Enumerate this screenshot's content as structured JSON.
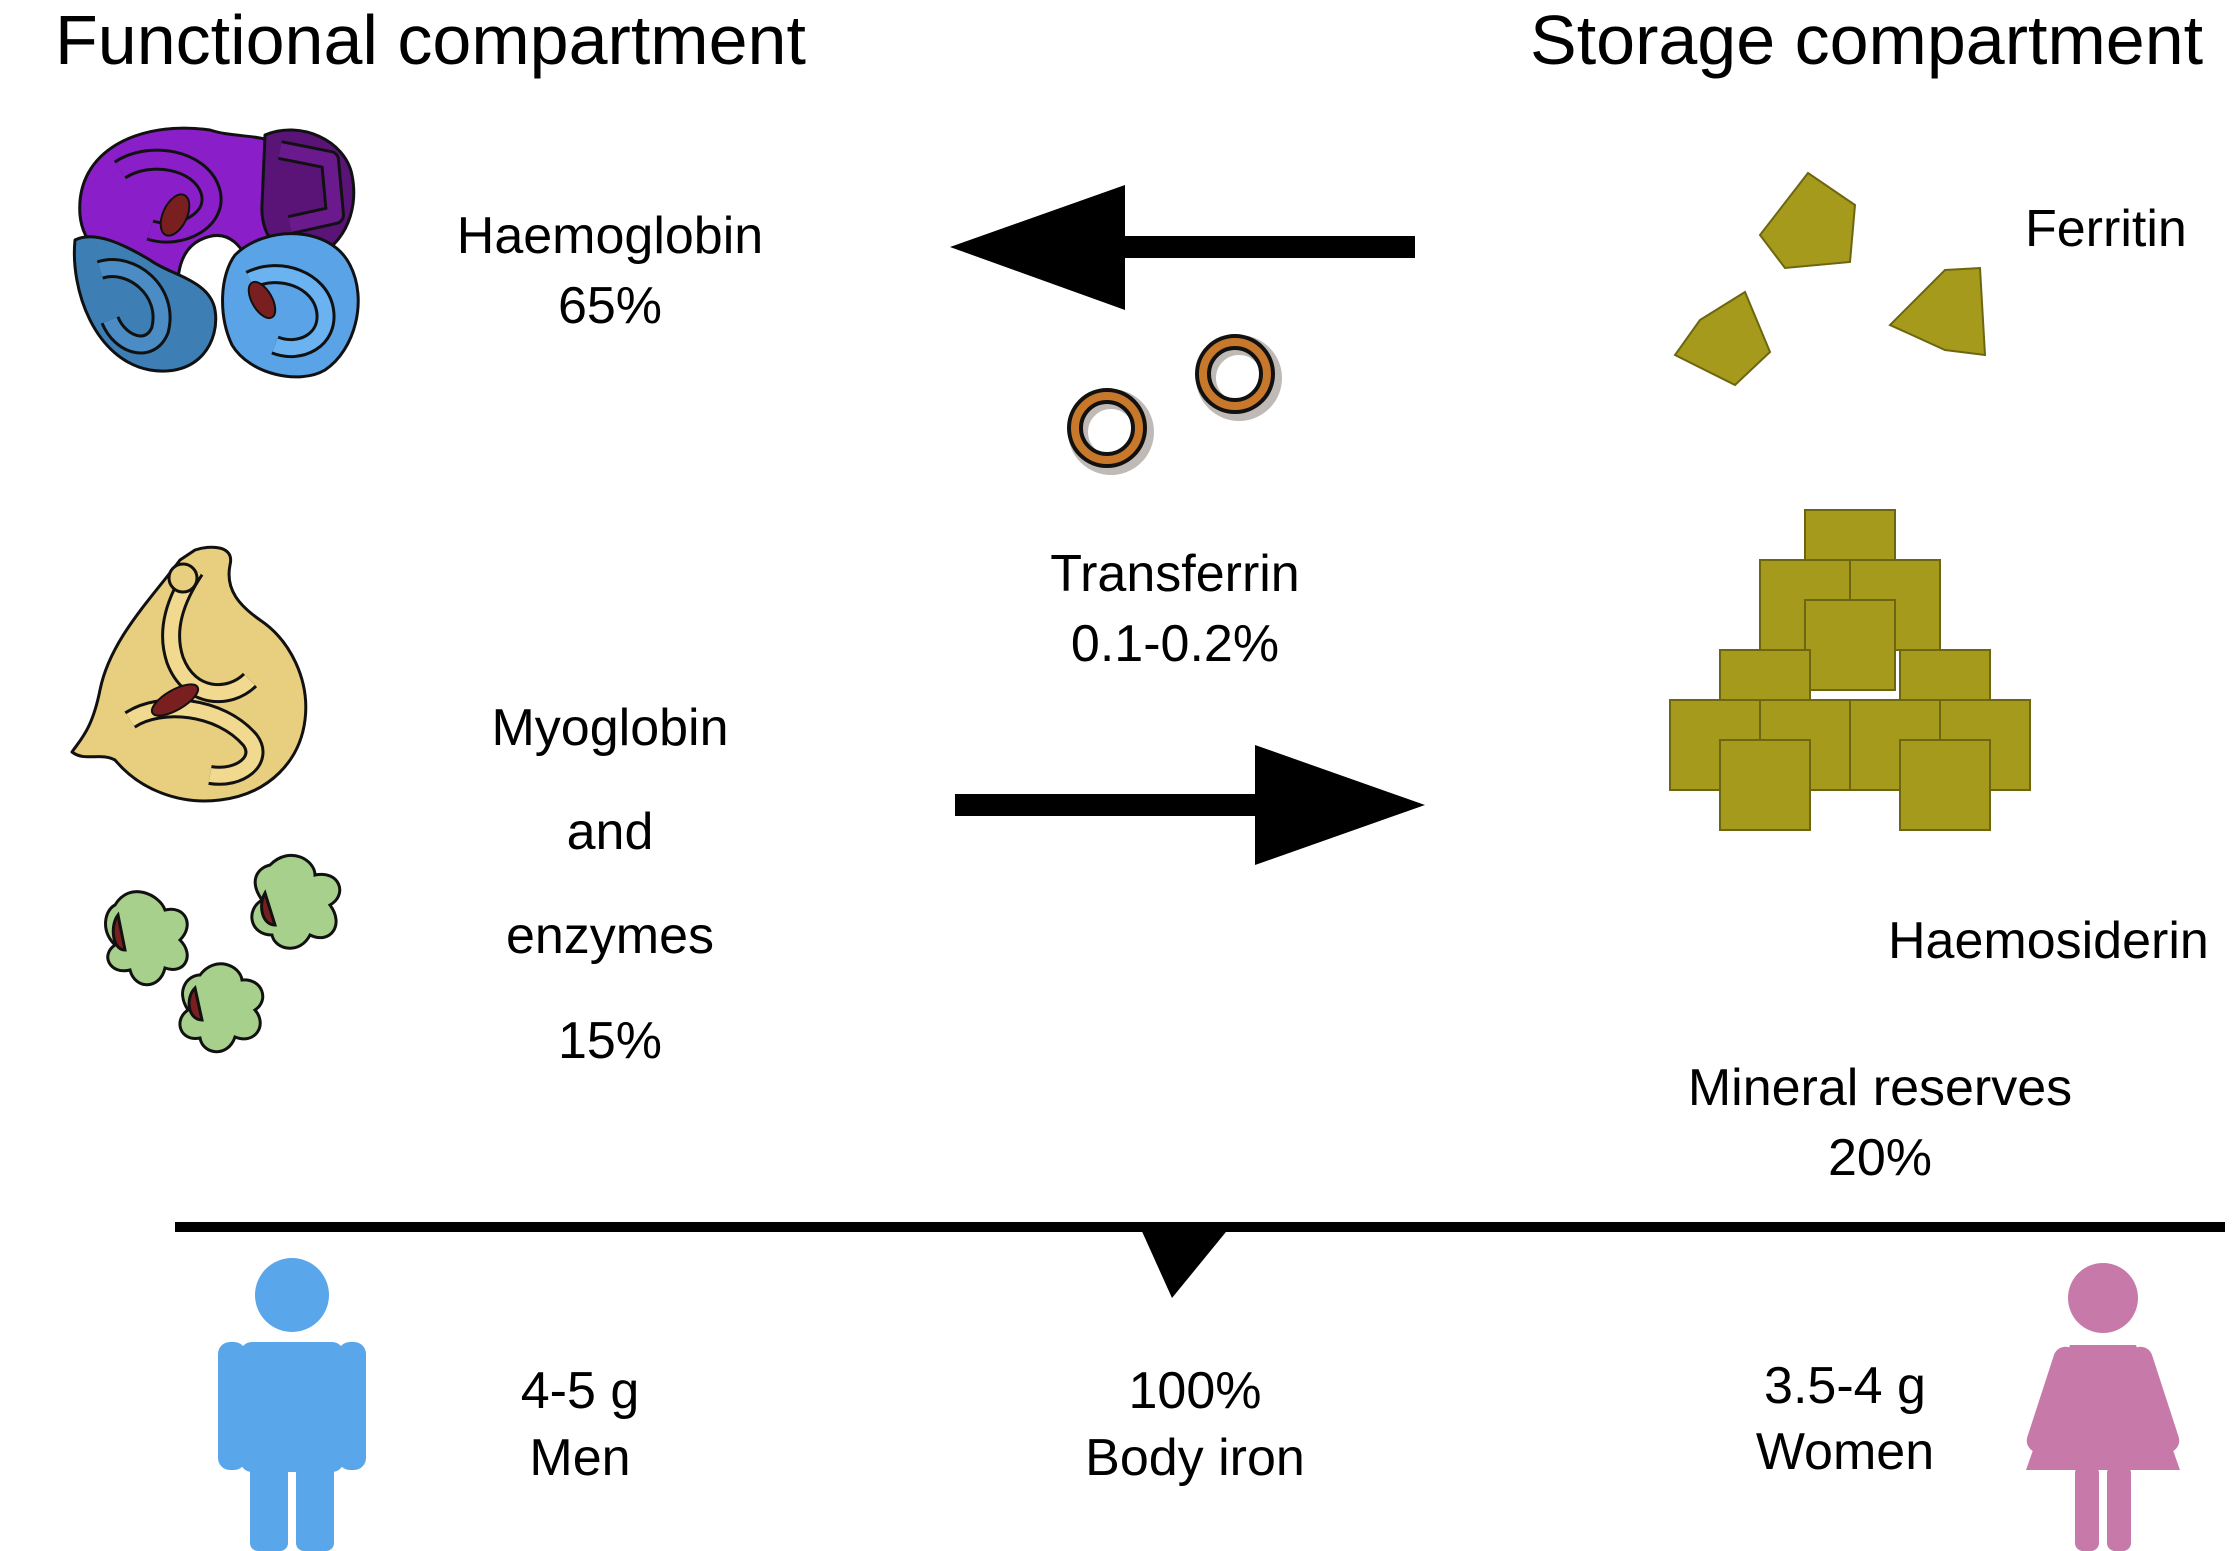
{
  "titles": {
    "functional": "Functional compartment",
    "storage": "Storage compartment"
  },
  "functional": {
    "haemoglobin": {
      "name": "Haemoglobin",
      "percent": "65%"
    },
    "myoglobin": {
      "line1": "Myoglobin",
      "line2": "and",
      "line3": "enzymes",
      "percent": "15%"
    }
  },
  "transport": {
    "name": "Transferrin",
    "percent": "0.1-0.2%"
  },
  "storage": {
    "ferritin": "Ferritin",
    "haemosiderin": "Haemosiderin",
    "reserves": {
      "name": "Mineral reserves",
      "percent": "20%"
    }
  },
  "body_iron": {
    "men": {
      "amount": "4-5 g",
      "label": "Men"
    },
    "total": {
      "percent": "100%",
      "label": "Body iron"
    },
    "women": {
      "amount": "3.5-4 g",
      "label": "Women"
    }
  },
  "icons": {
    "haemoglobin": "haemoglobin-protein-icon",
    "myoglobin": "myoglobin-protein-icon",
    "enzymes": "enzyme-icon",
    "transferrin": "transferrin-ring-icon",
    "ferritin": "ferritin-icon",
    "haemosiderin": "haemosiderin-cluster-icon",
    "men": "man-icon",
    "women": "woman-icon"
  },
  "colors": {
    "haemoglobin": [
      "#8a1fc9",
      "#5a1478",
      "#3d7fb5",
      "#5aa3e6"
    ],
    "myoglobin": "#e8cf80",
    "enzymes": "#a8d08d",
    "heme": "#7a1f1f",
    "transferrin": "#c8782a",
    "ferritin": "#a59a1c",
    "man": "#5aa6ea",
    "woman": "#c77aa9"
  }
}
